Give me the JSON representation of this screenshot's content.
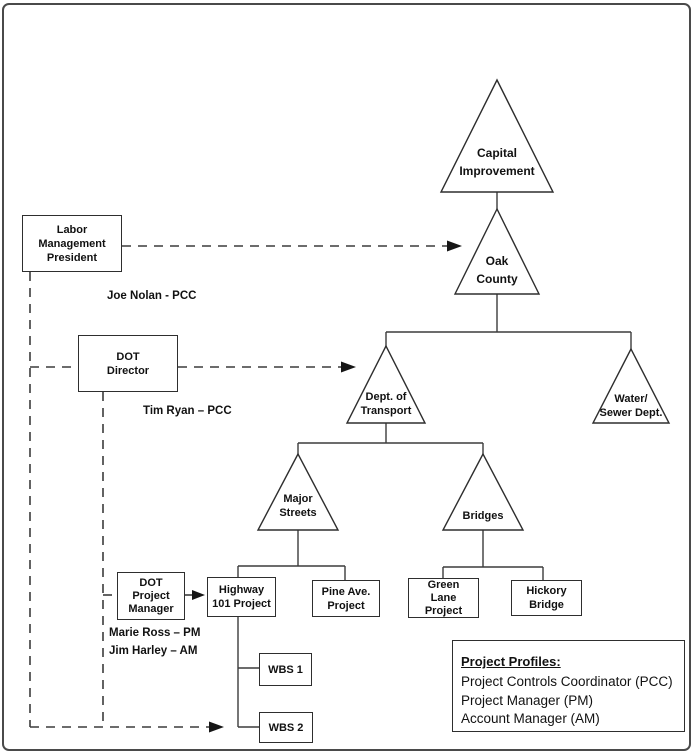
{
  "triangles": {
    "capital_improvement": "Capital\nImprovement",
    "oak_county": "Oak\nCounty",
    "dept_of_transport": "Dept. of\nTransport",
    "water_sewer_dept": "Water/\nSewer Dept.",
    "major_streets": "Major\nStreets",
    "bridges": "Bridges"
  },
  "boxes": {
    "labor_management_president": "Labor\nManagement\nPresident",
    "dot_director": "DOT\nDirector",
    "dot_project_manager": "DOT\nProject\nManager",
    "highway_101_project": "Highway\n101 Project",
    "pine_ave_project": "Pine Ave.\nProject",
    "green_lane_project": "Green\nLane\nProject",
    "hickory_bridge": "Hickory\nBridge",
    "wbs_1": "WBS 1",
    "wbs_2": "WBS 2"
  },
  "annotations": {
    "joe_nolan": "Joe Nolan - PCC",
    "tim_ryan": "Tim Ryan – PCC",
    "marie_ross": "Marie Ross – PM",
    "jim_harley": "Jim Harley  – AM"
  },
  "legend": {
    "title": "Project Profiles:",
    "items": [
      "Project Controls Coordinator (PCC)",
      "Project Manager (PM)",
      "Account Manager (AM)"
    ]
  },
  "colors": {
    "line": "#3c3c3c",
    "shape_stroke": "#2e2e2e",
    "arrow_fill": "#161616",
    "text": "#111111",
    "background": "#ffffff"
  }
}
